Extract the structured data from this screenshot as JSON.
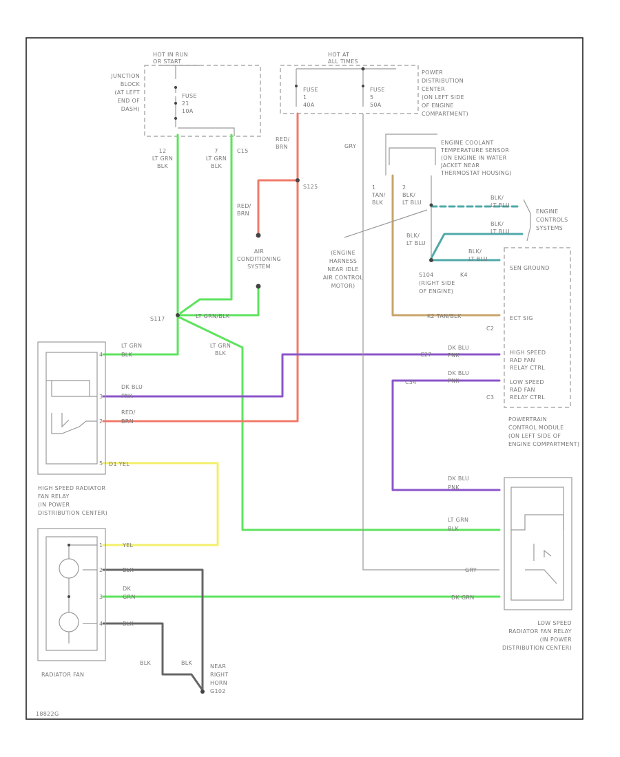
{
  "colors": {
    "green": "#5ee35e",
    "red": "#f07a6a",
    "purple": "#8b55c9",
    "yellow": "#f3ef6a",
    "dark_gray": "#666666",
    "gray": "#aaaaaa",
    "tan": "#c9a36a",
    "teal": "#4fa8a8",
    "dashed_blue": "#5a8fa8"
  },
  "top": {
    "hot_run_label": [
      "HOT IN RUN",
      "OR START"
    ],
    "hot_all_label": [
      "HOT AT",
      "ALL TIMES"
    ],
    "junction_block_label": [
      "JUNCTION",
      "BLOCK",
      "(AT LEFT",
      "END OF",
      "DASH)"
    ],
    "fuse_left_label": [
      "FUSE",
      "21",
      "10A"
    ],
    "fuse_mid_label": [
      "FUSE",
      "1",
      "40A"
    ],
    "fuse_right_label": [
      "FUSE",
      "5",
      "50A"
    ],
    "pdc_label": [
      "POWER",
      "DISTRIBUTION",
      "CENTER",
      "(ON LEFT SIDE",
      "OF ENGINE",
      "COMPARTMENT)"
    ]
  },
  "wires": {
    "w1": [
      "12",
      "LT GRN",
      "BLK"
    ],
    "w2": [
      "7",
      "LT GRN",
      "BLK"
    ],
    "c15": "C15",
    "red_brn_top": [
      "RED/",
      "BRN"
    ],
    "red_brn_mid": [
      "RED/",
      "BRN"
    ],
    "gry_top": "GRY",
    "s125": "S125",
    "s117": "S117",
    "lt_grn_blk_mid": "LT GRN/BLK",
    "lt_grn_blk_low": [
      "LT GRN",
      "BLK"
    ]
  },
  "ac": {
    "label": [
      "AIR",
      "CONDITIONING",
      "SYSTEM"
    ]
  },
  "harness_note": [
    "(ENGINE",
    "HARNESS",
    "NEAR IDLE",
    "AIR CONTROL",
    "MOTOR)"
  ],
  "coolant_sensor": {
    "label": [
      "ENGINE COOLANT",
      "TEMPERATURE SENSOR",
      "(ON ENGINE IN WATER",
      "JACKET NEAR",
      "THERMOSTAT HOUSING)"
    ],
    "pin1": [
      "1",
      "TAN/",
      "BLK"
    ],
    "pin2": [
      "2",
      "BLK/",
      "LT BLU"
    ],
    "pin3": [
      "BLK/",
      "LT BLU"
    ],
    "s104": [
      "S104",
      "(RIGHT SIDE",
      "OF ENGINE)"
    ],
    "k4": "K4"
  },
  "engine_controls": {
    "wire1": [
      "BLK/",
      "LT BLU"
    ],
    "wire2": [
      "BLK/",
      "LT BLU"
    ],
    "wire3": [
      "BLK/",
      "LT BLU"
    ],
    "label": [
      "ENGINE",
      "CONTROLS",
      "SYSTEMS"
    ],
    "sen_ground": "SEN GROUND",
    "ect_sig": "ECT SIG",
    "k2_tan_blk": "K2  TAN/BLK"
  },
  "pcm": {
    "c2": "C2",
    "c3": "C3",
    "high_speed_ctrl": [
      "HIGH SPEED",
      "RAD FAN",
      "RELAY CTRL"
    ],
    "low_speed_ctrl": [
      "LOW SPEED",
      "RAD FAN",
      "RELAY CTRL"
    ],
    "c27": "C27",
    "c34": "C34",
    "dk_blu_pnk_1": [
      "DK BLU",
      "PNK"
    ],
    "dk_blu_pnk_2": [
      "DK BLU",
      "PNK"
    ],
    "label": [
      "POWERTRAIN",
      "CONTROL MODULE",
      "(ON LEFT SIDE OF",
      "ENGINE COMPARTMENT)"
    ]
  },
  "high_relay": {
    "pins": [
      "4",
      "3",
      "2",
      "5"
    ],
    "wire_lt_grn_blk": [
      "LT GRN",
      "BLK"
    ],
    "wire_dk_blu_pnk": [
      "DK BLU",
      "PNK"
    ],
    "wire_red_brn": [
      "RED/",
      "BRN"
    ],
    "wire_yel": "D1  YEL",
    "label": [
      "HIGH SPEED RADIATOR",
      "FAN RELAY",
      "(IN POWER",
      "DISTRIBUTION CENTER)"
    ]
  },
  "fan": {
    "pins": [
      "1",
      "2",
      "3",
      "4"
    ],
    "wire_yel": "YEL",
    "wire_blk1": "BLK",
    "wire_dk_grn": [
      "DK",
      "GRN"
    ],
    "wire_blk2": "BLK",
    "label": "RADIATOR FAN"
  },
  "ground": {
    "blk1": "BLK",
    "blk2": "BLK",
    "label": [
      "NEAR",
      "RIGHT",
      "HORN"
    ],
    "g102": "G102"
  },
  "low_relay": {
    "dk_blu_pnk": [
      "DK BLU",
      "PNK"
    ],
    "lt_grn_blk": [
      "LT GRN",
      "BLK"
    ],
    "gry": "GRY",
    "dk_grn": "DK GRN",
    "label": [
      "LOW SPEED",
      "RADIATOR FAN RELAY",
      "(IN POWER",
      "DISTRIBUTION CENTER)"
    ]
  },
  "footer_code": "18822G"
}
